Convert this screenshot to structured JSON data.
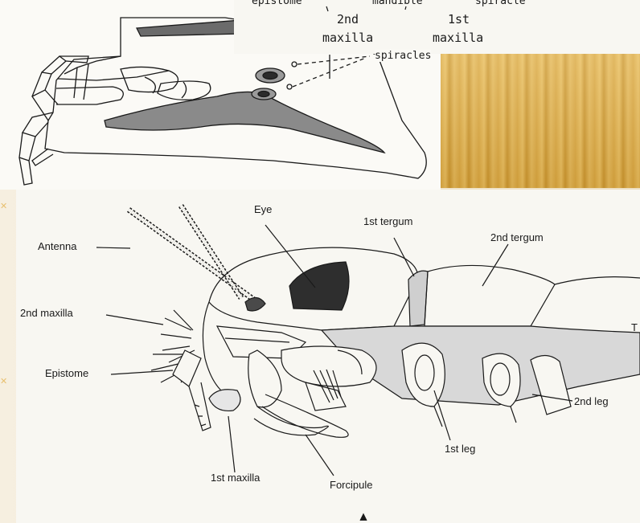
{
  "top_right_labels": {
    "epistome": "epistome",
    "mandible": "mandible",
    "spiracle_cut": "spiracle",
    "second_maxilla_1": "2nd",
    "second_maxilla_2": "maxilla",
    "first_maxilla_1": "1st",
    "first_maxilla_2": "maxilla",
    "spiracles": "spiracles"
  },
  "bottom_labels": {
    "antenna": "Antenna",
    "eye": "Eye",
    "first_tergum": "1st tergum",
    "second_tergum": "2nd tergum",
    "second_maxilla": "2nd maxilla",
    "epistome": "Epistome",
    "t_mark": "T",
    "second_leg": "2nd leg",
    "first_leg": "1st leg",
    "first_maxilla": "1st maxilla",
    "forcipule": "Forcipule"
  },
  "colors": {
    "gold_panel": "#d9a843",
    "line": "#1a1a1a"
  }
}
